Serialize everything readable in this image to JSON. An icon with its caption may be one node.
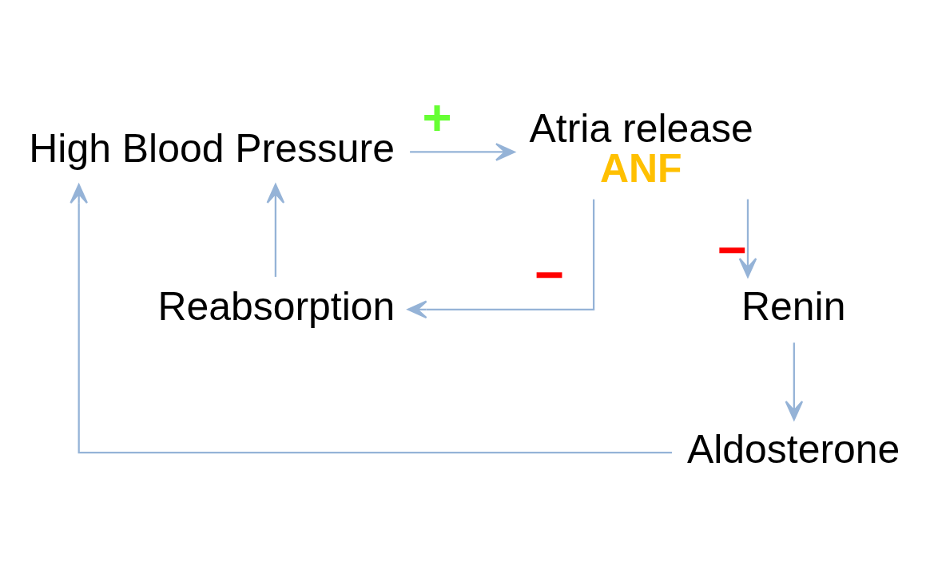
{
  "diagram": {
    "nodes": [
      {
        "text": [
          "High Blood Pressure"
        ]
      },
      {
        "text": [
          "Atria release",
          "ANF"
        ]
      },
      {
        "text": [
          "Renin"
        ]
      },
      {
        "text": [
          "Reabsorption"
        ]
      },
      {
        "text": [
          "Aldosterone"
        ]
      }
    ],
    "edges": [
      {
        "from": 0,
        "to": 1,
        "arrow": "to",
        "label": "+"
      },
      {
        "from": 1,
        "to": 3,
        "arrow": "to",
        "label": "−"
      },
      {
        "from": 1,
        "to": 2,
        "arrow": "to",
        "label": "−"
      },
      {
        "from": 2,
        "to": 4,
        "arrow": "to"
      },
      {
        "from": 3,
        "to": 0,
        "arrow": "to"
      },
      {
        "from": 4,
        "to": 0,
        "arrow": "to"
      }
    ]
  }
}
